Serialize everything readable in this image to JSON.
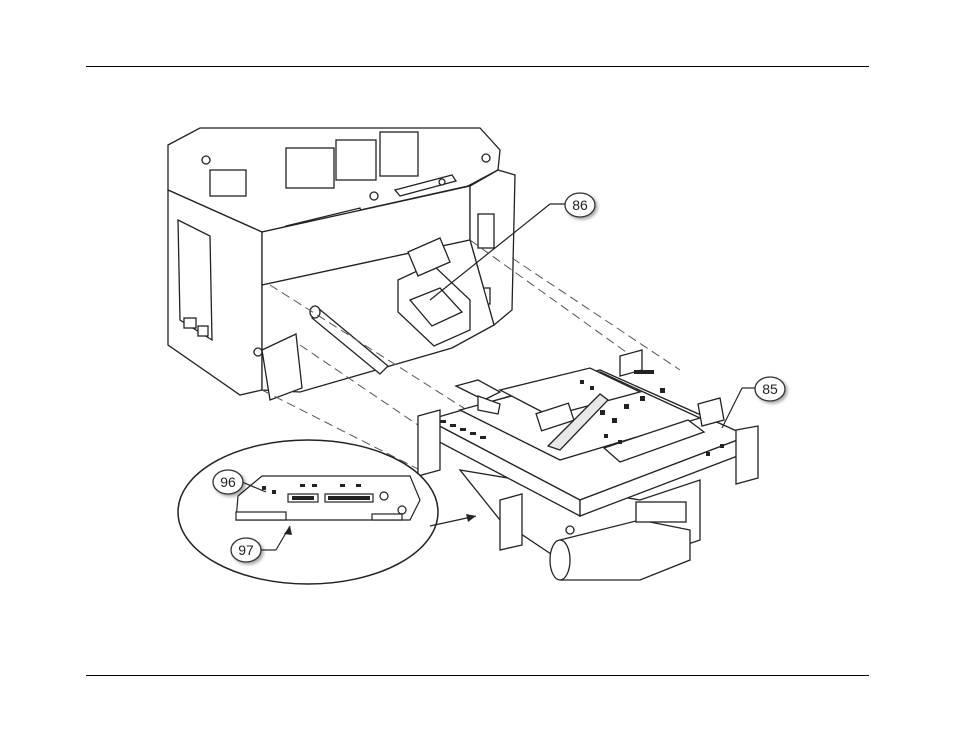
{
  "callouts": {
    "c86": "86",
    "c85": "85",
    "c96": "96",
    "c97": "97"
  },
  "colors": {
    "line": "#222222",
    "rule": "#000000",
    "fill": "#ffffff",
    "shade": "#555555"
  }
}
